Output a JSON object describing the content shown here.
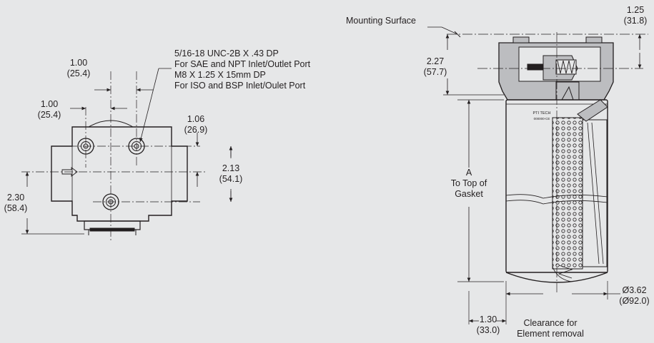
{
  "top_view": {
    "dim_horiz_a": {
      "value": "1.00",
      "metric": "(25.4)"
    },
    "dim_horiz_b": {
      "value": "1.00",
      "metric": "(25.4)"
    },
    "dim_port_offset": {
      "value": "1.06",
      "metric": "(26.9)"
    },
    "dim_port_spacing": {
      "value": "2.13",
      "metric": "(54.1)"
    },
    "dim_vertical": {
      "value": "2.30",
      "metric": "(58.4)"
    },
    "port_note": {
      "line1": "5/16-18 UNC-2B X .43 DP",
      "line2": "For SAE and NPT Inlet/Outlet Port",
      "line3": "M8 X 1.25 X 15mm DP",
      "line4": "For ISO and BSP Inlet/Oulet Port"
    }
  },
  "side_view": {
    "mounting_surface": "Mounting Surface",
    "dim_top": {
      "value": "1.25",
      "metric": "(31.8)"
    },
    "dim_head": {
      "value": "2.27",
      "metric": "(57.7)"
    },
    "dim_a": {
      "line1": "A",
      "line2": "To Top of",
      "line3": "Gasket"
    },
    "dim_diameter": {
      "value": "Ø3.62",
      "metric": "(Ø92.0)"
    },
    "dim_clearance": {
      "value": "1.30",
      "metric": "(33.0)"
    },
    "clearance_note": {
      "line1": "Clearance for",
      "line2": "Element removal"
    },
    "badge_line1": "PTI TECH",
    "badge_line2": "000000-CE"
  }
}
